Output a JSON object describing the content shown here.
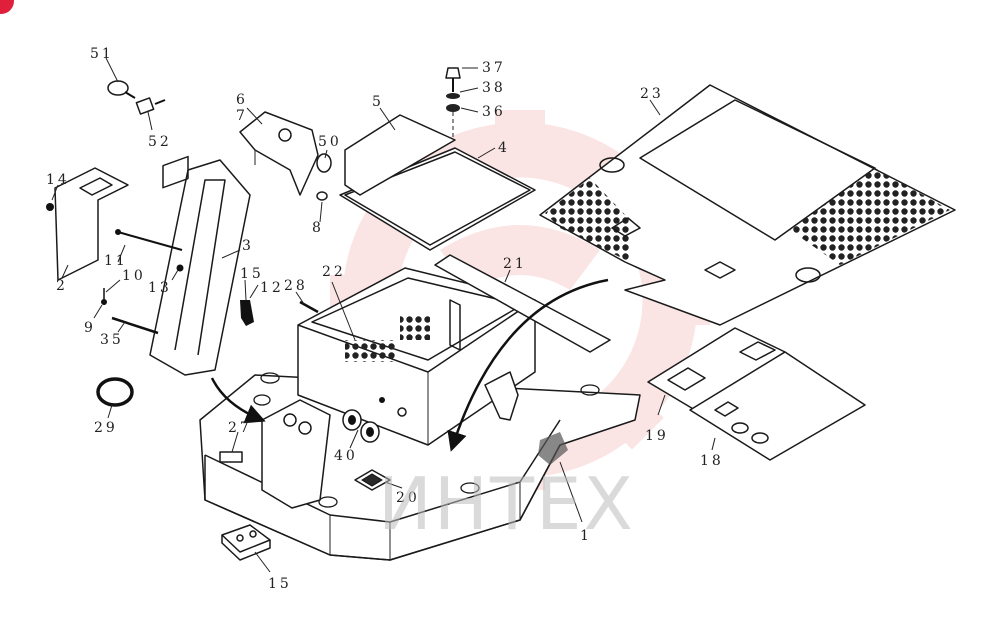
{
  "watermark": "ИНТЕХ",
  "labels": {
    "p51": "51",
    "p52": "52",
    "p6": "6",
    "p7": "7",
    "p50": "50",
    "p8": "8",
    "p5": "5",
    "p4": "4",
    "p37": "37",
    "p38": "38",
    "p36": "36",
    "p23": "23",
    "p14": "14",
    "p2": "2",
    "p11": "11",
    "p3": "3",
    "p10": "10",
    "p13": "13",
    "p15a": "15",
    "p12": "12",
    "p9": "9",
    "p35": "35",
    "p28": "28",
    "p22": "22",
    "p21": "21",
    "p29": "29",
    "p27": "27",
    "p40": "40",
    "p20": "20",
    "p1": "1",
    "p19": "19",
    "p18": "18",
    "p15b": "15"
  },
  "colors": {
    "line": "#1a1a1a",
    "watermark_logo": "#f3b3b3",
    "badge": "#e0203a",
    "watermark_text": "#bdbdbd"
  }
}
